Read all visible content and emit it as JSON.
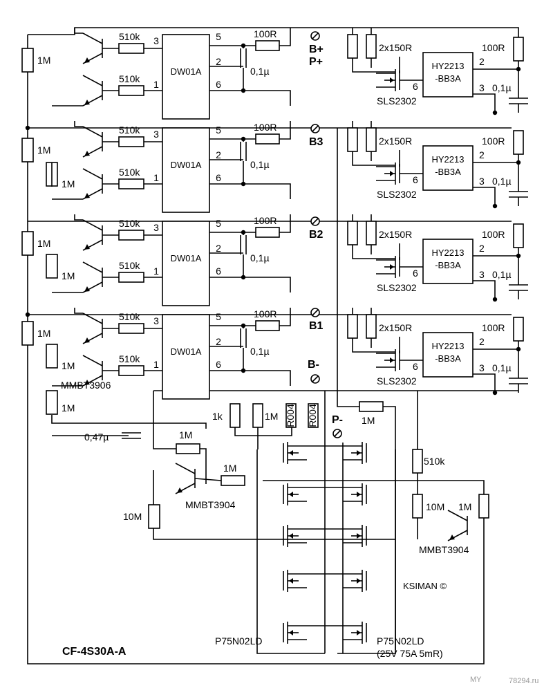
{
  "title": "CF-4S30A-A",
  "copyright": "KSIMAN ©",
  "watermark": "78294.ru",
  "watermark_brand": "MY",
  "resistor_510k": "510k",
  "resistor_100R": "100R",
  "resistor_2x150R": "2x150R",
  "resistor_1M": "1M",
  "resistor_1k": "1k",
  "resistor_10M": "10M",
  "resistor_r004": "R004",
  "cap_01u": "0,1µ",
  "cap_047u": "0,47µ",
  "ic_dw01a": "DW01A",
  "ic_hy_l1": "HY2213",
  "ic_hy_l2": "-BB3A",
  "mosfet_sls": "SLS2302",
  "mosfet_p75": "P75N02LD",
  "mosfet_spec": "(25V 75A 5mR)",
  "tr_pnp": "MMBT3906",
  "tr_npn": "MMBT3904",
  "pin_1": "1",
  "pin_2": "2",
  "pin_3": "3",
  "pin_5": "5",
  "pin_6": "6",
  "terminal_bplus": "B+",
  "terminal_pplus": "P+",
  "terminal_b3": "B3",
  "terminal_b2": "B2",
  "terminal_b1": "B1",
  "terminal_bminus": "B-",
  "terminal_pminus": "P-"
}
